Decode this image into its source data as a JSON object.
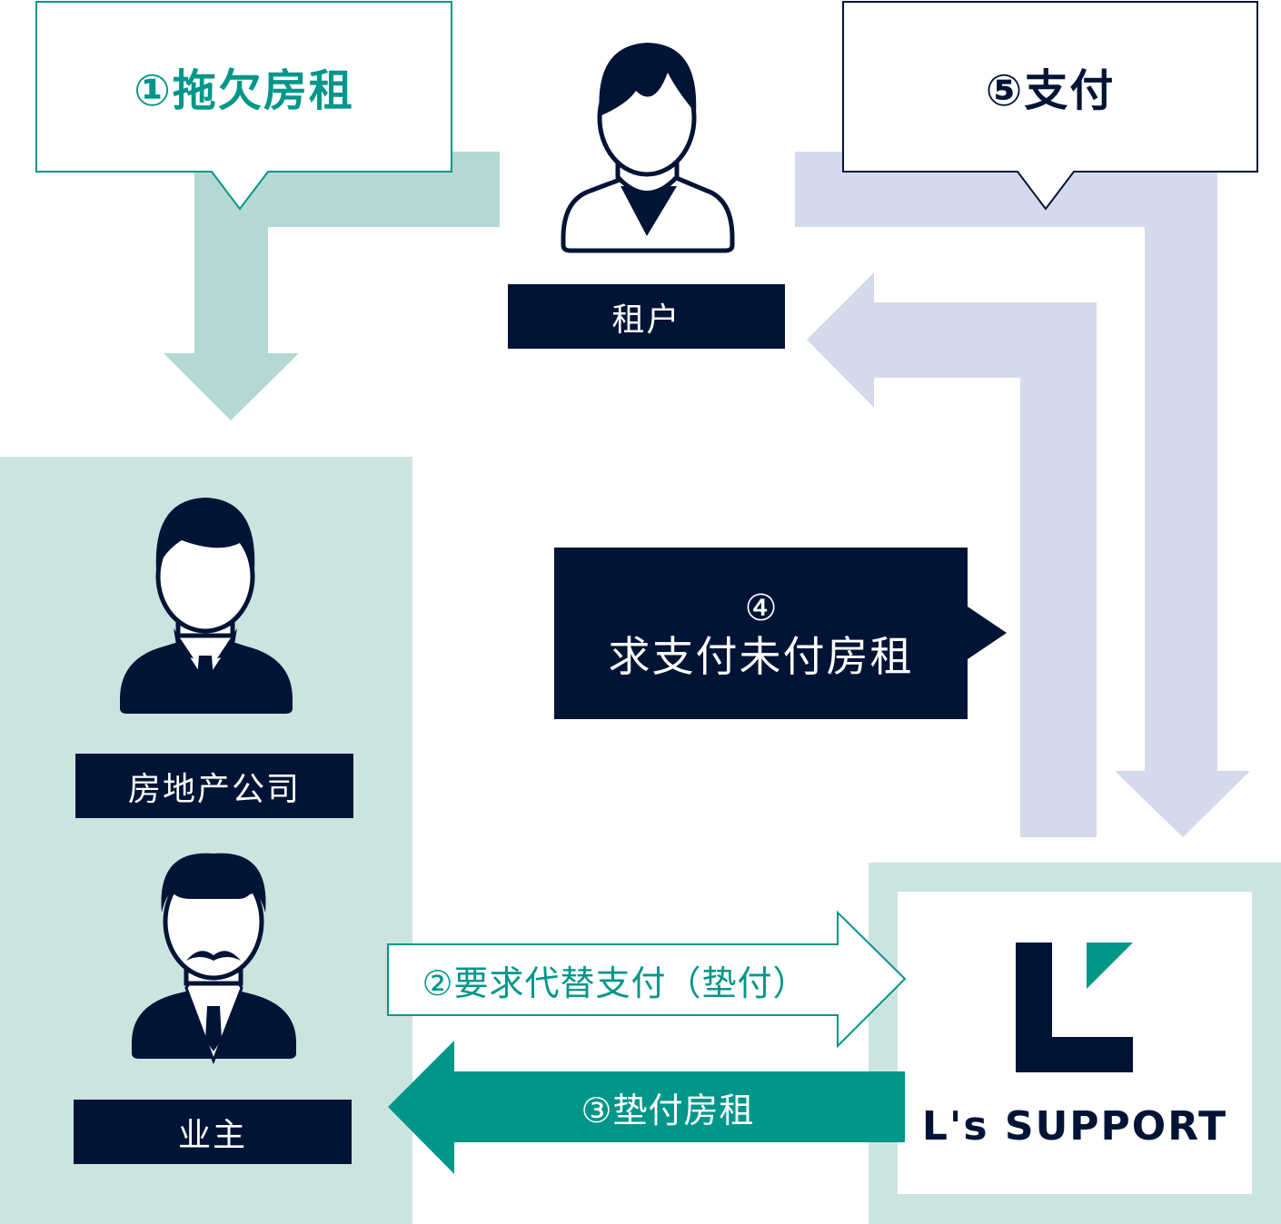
{
  "colors": {
    "navy": "#021436",
    "teal": "#00968a",
    "teal_light": "#b4d8d3",
    "teal_panel": "#cce4e0",
    "lavender": "#d4daeb",
    "white": "#ffffff"
  },
  "callouts": {
    "step1": "①拖欠房租",
    "step5": "⑤支付"
  },
  "labels": {
    "tenant": "租户",
    "agency": "房地产公司",
    "owner": "业主"
  },
  "step4": {
    "number": "④",
    "text": "求支付未付房租"
  },
  "arrows": {
    "step2": "②要求代替支付（垫付）",
    "step3": "③垫付房租"
  },
  "brand": {
    "name": "L's SUPPORT"
  },
  "icons": [
    "tenant-person-icon",
    "agency-person-icon",
    "owner-person-icon",
    "ls-support-logo-icon"
  ]
}
